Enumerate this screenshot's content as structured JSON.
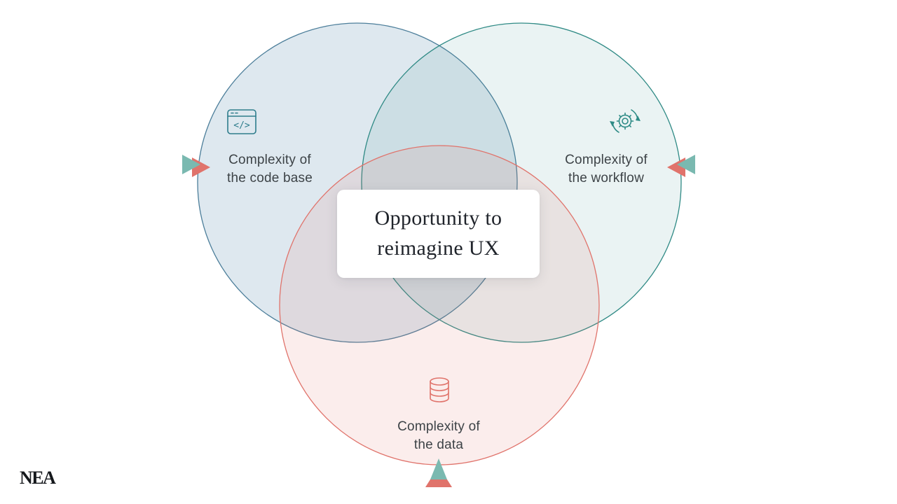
{
  "center": {
    "label": "Opportunity to\nreimagine UX"
  },
  "circles": {
    "code": {
      "label": "Complexity of\nthe code base",
      "fill": "#dce8f1",
      "stroke": "#4c7e9a",
      "icon": "code-window-icon"
    },
    "workflow": {
      "label": "Complexity of\nthe workflow",
      "fill": "#e9f3ef",
      "stroke": "#2f8a85",
      "icon": "gear-cycle-icon"
    },
    "data": {
      "label": "Complexity of\nthe data",
      "fill": "#fceae8",
      "stroke": "#e0736b",
      "icon": "database-icon"
    }
  },
  "marker_colors": {
    "teal": "#7ab9b0",
    "salmon": "#e0736b"
  },
  "logo": {
    "text": "NEA"
  }
}
